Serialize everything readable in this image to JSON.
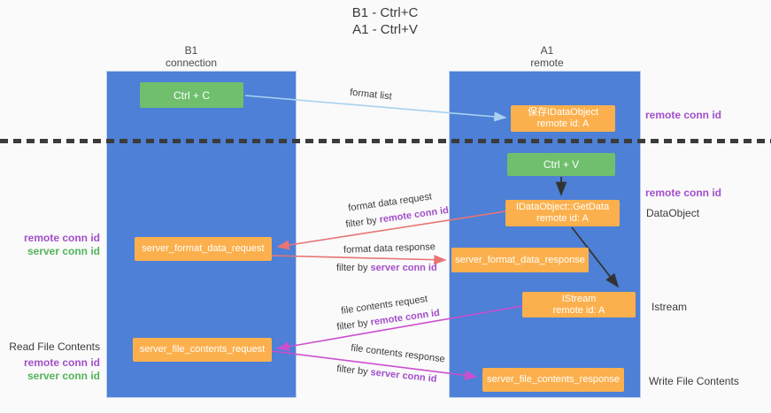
{
  "title": {
    "line1": "B1 - Ctrl+C",
    "line2": "A1 - Ctrl+V"
  },
  "lanes": {
    "left": {
      "name": "B1",
      "role": "connection"
    },
    "right": {
      "name": "A1",
      "role": "remote"
    }
  },
  "boxes": {
    "ctrl_c": "Ctrl + C",
    "ctrl_v": "Ctrl + V",
    "save_idataobject_l1": "保存IDataObject",
    "save_idataobject_l2": "remote id: A",
    "getdata_l1": "IDataObject::GetData",
    "getdata_l2": "remote id: A",
    "istream_l1": "IStream",
    "istream_l2": "remote id: A",
    "server_format_data_request": "server_format_data_request",
    "server_format_data_response": "server_format_data_response",
    "server_file_contents_request": "server_file_contents_request",
    "server_file_contents_response": "server_file_contents_response"
  },
  "side_labels": {
    "right_remote_conn_id_top": "remote conn id",
    "right_remote_conn_id_mid": "remote conn id",
    "dataobject": "DataObject",
    "istream": "Istream",
    "write_file_contents": "Write File Contents",
    "left_remote_conn_id_1": "remote conn id",
    "left_server_conn_id_1": "server conn id",
    "read_file_contents": "Read File Contents",
    "left_remote_conn_id_2": "remote conn id",
    "left_server_conn_id_2": "server conn id"
  },
  "arrow_labels": {
    "format_list": "format list",
    "format_data_request": "format data request",
    "format_data_response": "format data response",
    "file_contents_request": "file contents request",
    "file_contents_response": "file contents response",
    "filter_by": "filter by ",
    "remote_conn_id": "remote conn id",
    "server_conn_id": "server conn id"
  },
  "colors": {
    "lane_blue": "#4d80d6",
    "box_orange": "#fbb04d",
    "box_green": "#6fbf6d",
    "purple": "#a34fc9",
    "label_green": "#53b35a",
    "arrow_blue": "#a8d2f0",
    "arrow_red": "#e87474",
    "arrow_magenta": "#cc4ecf",
    "arrow_black": "#333333",
    "dash": "#3b3b3b"
  }
}
